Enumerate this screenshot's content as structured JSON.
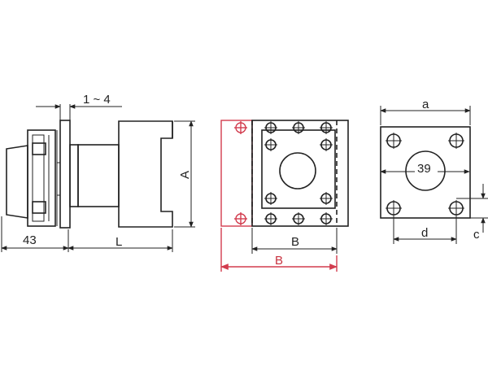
{
  "labels": {
    "panel_thickness": "1 ~ 4",
    "depth_front": "43",
    "length": "L",
    "height": "A",
    "width_inner": "B",
    "width_outer": "B",
    "square_side": "a",
    "hole_diameter": "39",
    "hole_spacing": "d",
    "hole_offset": "c"
  },
  "colors": {
    "line": "#222222",
    "highlight": "#d23c4e"
  }
}
